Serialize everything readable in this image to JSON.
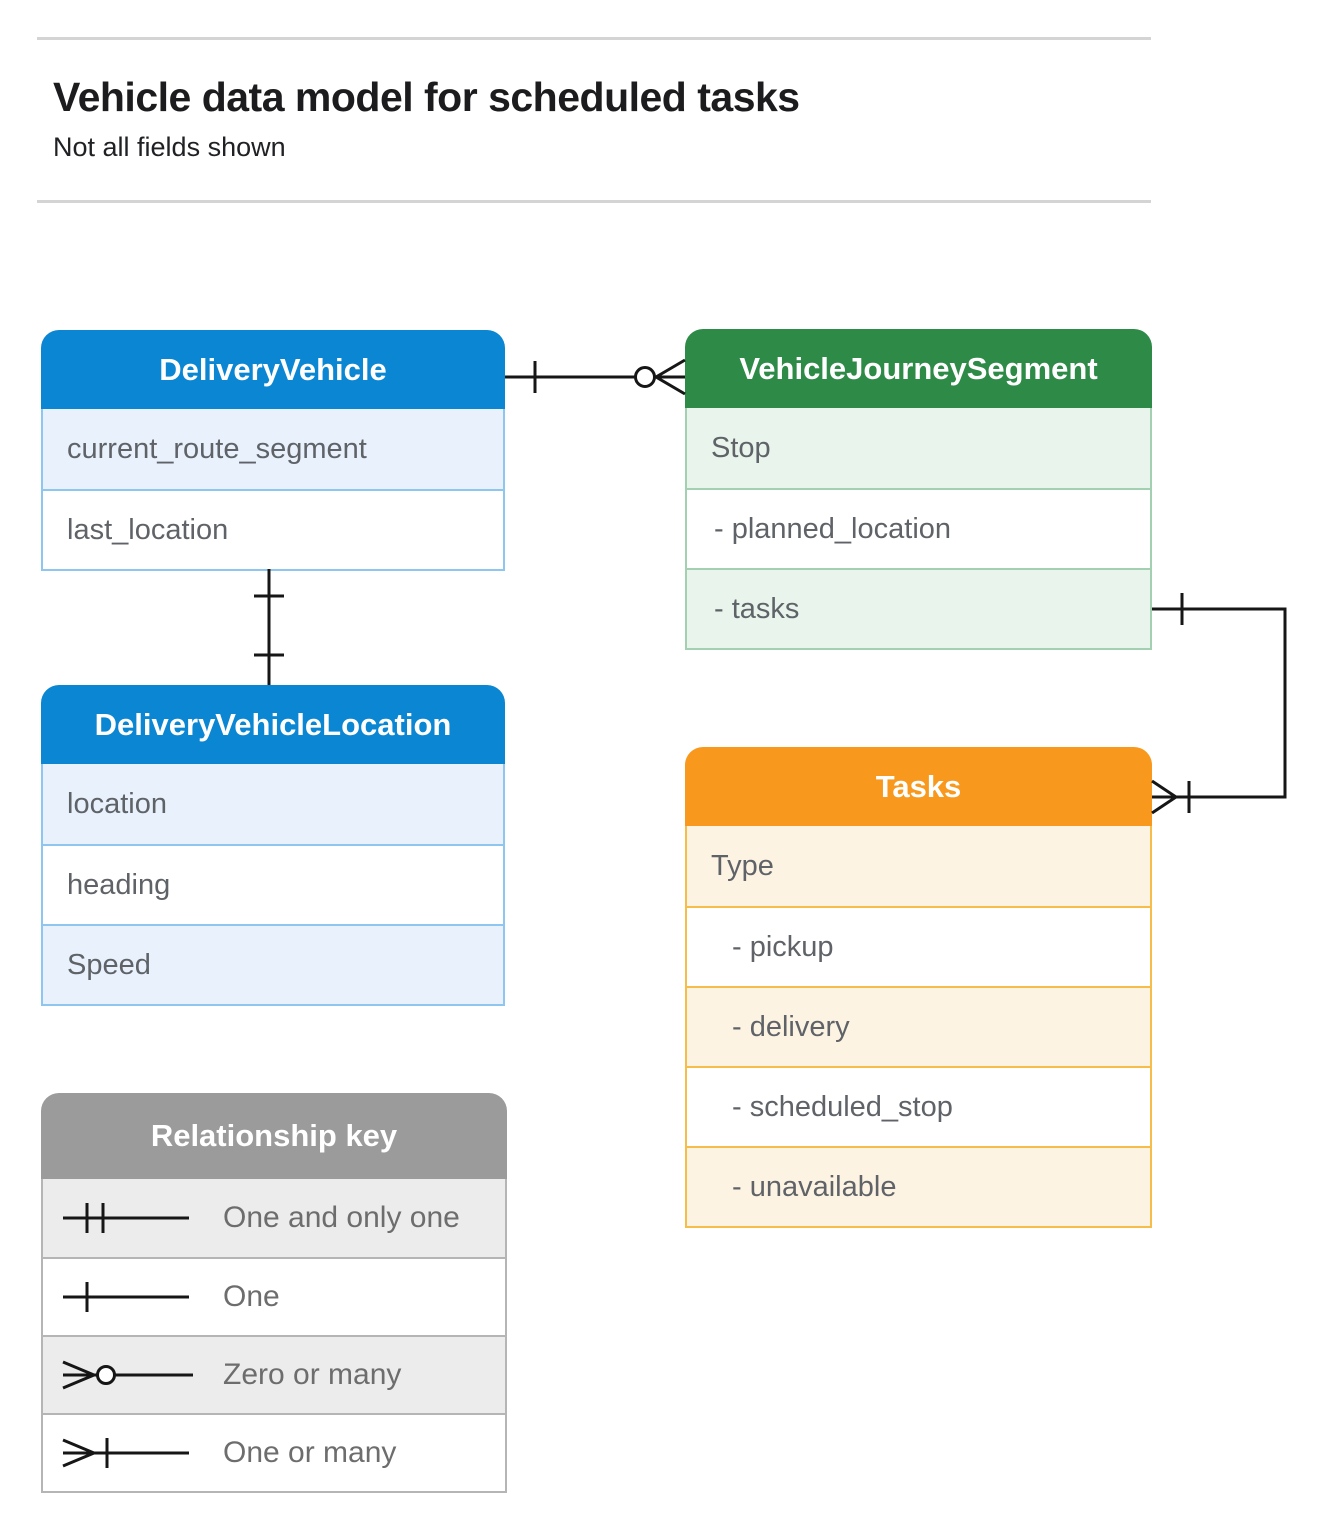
{
  "header": {
    "title": "Vehicle data model for scheduled tasks",
    "subtitle": "Not all fields shown"
  },
  "entities": [
    {
      "name": "DeliveryVehicle",
      "header_color": "#0a86d3",
      "row_tint": "#e9f2fc",
      "border_color": "#8ec6f0",
      "fields": [
        "current_route_segment",
        "last_location"
      ]
    },
    {
      "name": "VehicleJourneySegment",
      "header_color": "#2e8b47",
      "row_tint": "#e9f4ec",
      "border_color": "#a3d0b0",
      "fields": [
        "Stop",
        "- planned_location",
        "- tasks"
      ]
    },
    {
      "name": "DeliveryVehicleLocation",
      "header_color": "#0a86d3",
      "row_tint": "#e9f2fc",
      "border_color": "#8ec6f0",
      "fields": [
        "location",
        "heading",
        "Speed"
      ]
    },
    {
      "name": "Tasks",
      "header_color": "#f8991d",
      "row_tint": "#fdf3e3",
      "border_color": "#f7bd4a",
      "fields": [
        "Type",
        "- pickup",
        "- delivery",
        "- scheduled_stop",
        "- unavailable"
      ]
    }
  ],
  "legend": {
    "title": "Relationship key",
    "header_color": "#9b9b9b",
    "items": [
      {
        "symbol": "one-and-only-one",
        "label": "One and only one"
      },
      {
        "symbol": "one",
        "label": "One"
      },
      {
        "symbol": "zero-or-many",
        "label": "Zero or many"
      },
      {
        "symbol": "one-or-many",
        "label": "One or many"
      }
    ]
  },
  "connectors": [
    {
      "from": "DeliveryVehicle",
      "to": "VehicleJourneySegment",
      "from_end": "one",
      "to_end": "zero-or-many"
    },
    {
      "from": "DeliveryVehicle",
      "to": "DeliveryVehicleLocation",
      "from_end": "one",
      "to_end": "one"
    },
    {
      "from": "VehicleJourneySegment.tasks",
      "to": "Tasks",
      "from_end": "one",
      "to_end": "one-or-many"
    }
  ],
  "colors": {
    "line": "#161616",
    "rule": "#d4d4d4",
    "field_text": "#5f6368",
    "legend_text": "#6d6d6d",
    "title_text": "#1c1c1e"
  }
}
